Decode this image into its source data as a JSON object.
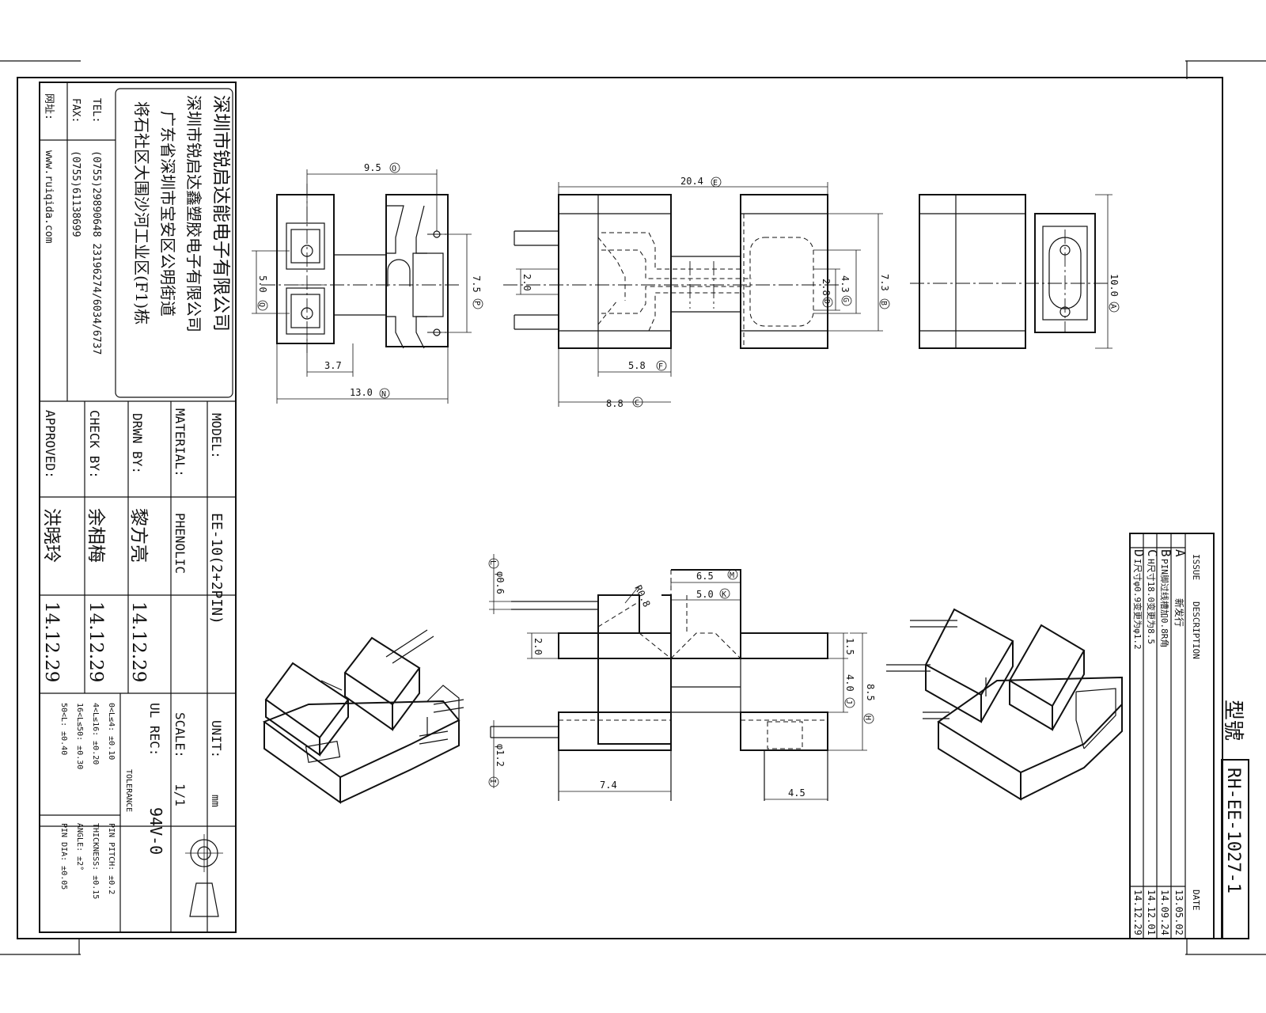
{
  "company": {
    "name": "深圳市锐启达能电子有限公司",
    "name2": "深圳市锐启达鑫塑胶电子有限公司",
    "address1": "广东省深圳市宝安区公明街道",
    "address2": "将石社区大围沙河工业区(F1)栋",
    "tel_label": "TEL:",
    "tel": "(0755)29890648  23196274/6034/6737",
    "fax_label": "FAX:",
    "fax": "(0755)61138699",
    "web_label": "网址:",
    "web": "www.ruiqida.com"
  },
  "title_block": {
    "model_label": "MODEL:",
    "model": "EE-10(2+2PIN)",
    "material_label": "MATERIAL:",
    "material": "PHENOLIC",
    "drwn_label": "DRWN BY:",
    "drwn": "黎方亮",
    "drwn_date": "14.12.29",
    "check_label": "CHECK BY:",
    "check": "余相梅",
    "check_date": "14.12.29",
    "approved_label": "APPROVED:",
    "approved": "洪晓玲",
    "approved_date": "14.12.29",
    "unit_label": "UNIT:",
    "unit": "mm",
    "scale_label": "SCALE:",
    "scale": "1/1",
    "ul_label": "UL REC:",
    "ul": "94V-0",
    "tolerance_label": "TOLERANCE",
    "tol": [
      "0<L≤4: ±0.10",
      "4<L≤16: ±0.20",
      "16<L≤50: ±0.30",
      "50<L: ±0.40"
    ],
    "tol2": [
      "PIN PITCH: ±0.2",
      "THICKNESS: ±0.15",
      "ANGLE: ±2°",
      "PIN DIA: ±0.05"
    ]
  },
  "revision": {
    "type_label": "型號",
    "type_value": "RH-EE-1027-1",
    "headers": [
      "ISSUE",
      "DESCRIPTION",
      "DATE"
    ],
    "rows": [
      {
        "issue": "A",
        "desc": "新发行",
        "date": "13.05.02"
      },
      {
        "issue": "B",
        "desc": "PIN脚过线槽加0.8R角",
        "date": "14.09.24"
      },
      {
        "issue": "C",
        "desc": "H尺寸18.0变更为8.5",
        "date": "14.12.01"
      },
      {
        "issue": "D",
        "desc": "I尺寸φ0.9变更为φ1.2",
        "date": "14.12.29"
      }
    ]
  },
  "dims": {
    "a": "10.0",
    "a_mark": "A",
    "b": "7.3",
    "b_mark": "B",
    "c": "8.8",
    "c_mark": "C",
    "d": "2.8",
    "d_mark": "D",
    "e": "20.4",
    "e_mark": "E",
    "f": "5.8",
    "f_mark": "F",
    "g": "4.3",
    "g_mark": "G",
    "h": "8.5",
    "h_mark": "H",
    "i": "φ1.2",
    "i_mark": "I",
    "j": "4.0",
    "j_mark": "J",
    "k": "5.0",
    "k_mark": "K",
    "l": "φ0.6",
    "l_mark": "L",
    "m": "6.5",
    "m_mark": "M",
    "n": "13.0",
    "n_mark": "N",
    "o": "9.5",
    "o_mark": "O",
    "p": "7.5",
    "p_mark": "P",
    "q": "5.0",
    "q_mark": "Q",
    "d37": "3.7",
    "d20a": "2.0",
    "d20b": "2.0",
    "d15": "1.5",
    "d74": "7.4",
    "d45": "4.5",
    "r08": "R0.8"
  }
}
